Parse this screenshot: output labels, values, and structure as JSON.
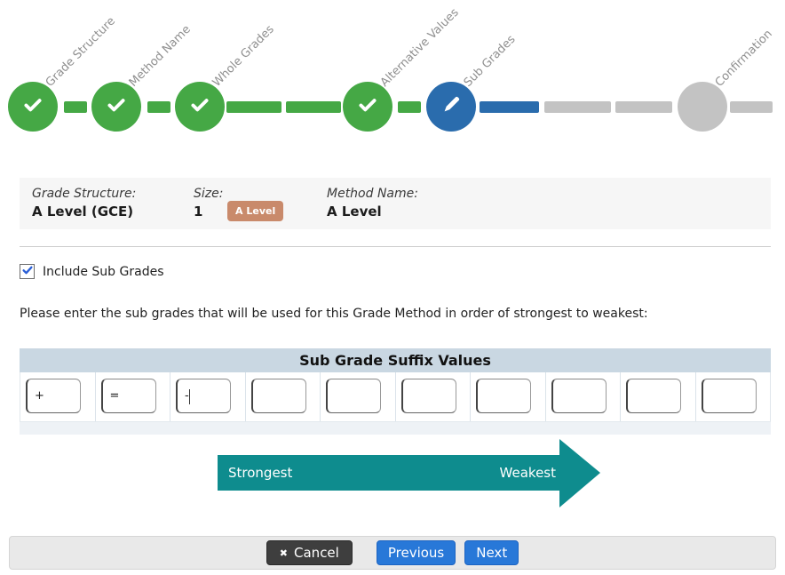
{
  "stepper": {
    "steps": [
      {
        "label": "Grade Structure",
        "state": "complete"
      },
      {
        "label": "Method Name",
        "state": "complete"
      },
      {
        "label": "Whole Grades",
        "state": "complete"
      },
      {
        "label": "Alternative Values",
        "state": "complete"
      },
      {
        "label": "Sub Grades",
        "state": "current"
      },
      {
        "label": "Confirmation",
        "state": "upcoming"
      }
    ],
    "colors": {
      "complete": "#45a845",
      "current": "#2a6cad",
      "upcoming": "#c3c3c3"
    }
  },
  "summary": {
    "grade_structure_label": "Grade Structure:",
    "grade_structure_value": "A Level (GCE)",
    "size_label": "Size:",
    "size_value": "1",
    "badge": "A Level",
    "badge_color": "#c98a6b",
    "method_name_label": "Method Name:",
    "method_name_value": "A Level"
  },
  "include_sub_grades": {
    "label": "Include Sub Grades",
    "checked": true
  },
  "instruction": "Please enter the sub grades that will be used for this Grade Method in order of strongest to weakest:",
  "table": {
    "header": "Sub Grade Suffix Values",
    "inputs": [
      "+",
      "=",
      "-",
      "",
      "",
      "",
      "",
      "",
      "",
      ""
    ]
  },
  "arrow": {
    "left_label": "Strongest",
    "right_label": "Weakest",
    "color": "#0e8c8e"
  },
  "footer": {
    "cancel_icon": "✖",
    "cancel_label": "Cancel",
    "previous_label": "Previous",
    "next_label": "Next",
    "button_blue": "#2878d8",
    "button_dark": "#3e3e3e"
  }
}
